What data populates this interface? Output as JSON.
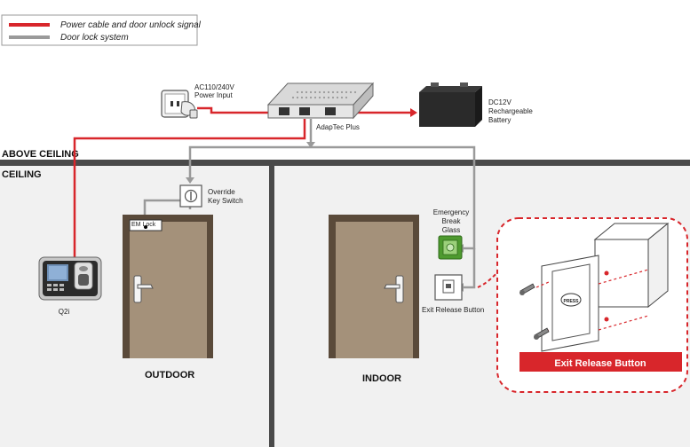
{
  "legend": {
    "power_cable": "Power cable and door unlock signal",
    "door_lock_system": "Door lock system",
    "power_color": "#d8262b",
    "lock_color": "#9a9a9a"
  },
  "floors": {
    "above_ceiling": "ABOVE CEILING",
    "ceiling": "CEILING"
  },
  "devices": {
    "ac_input_line1": "AC110/240V",
    "ac_input_line2": "Power Input",
    "adaptec": "AdapTec Plus",
    "battery_line1": "DC12V",
    "battery_line2": "Rechargeable",
    "battery_line3": "Battery",
    "override_line1": "Override",
    "override_line2": "Key Switch",
    "em_lock": "EM Lock",
    "q2i": "Q2i",
    "emergency_line1": "Emergency",
    "emergency_line2": "Break",
    "emergency_line3": "Glass",
    "exit_release": "Exit Release Button",
    "press": "PRESS"
  },
  "rooms": {
    "outdoor": "OUTDOOR",
    "indoor": "INDOOR"
  },
  "callout": {
    "title": "Exit Release Button",
    "accent": "#d8262b"
  }
}
